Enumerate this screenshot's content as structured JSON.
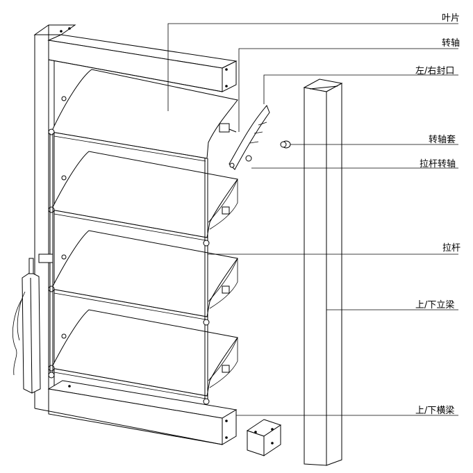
{
  "labels": {
    "blade": "叶片",
    "pivot_shaft": "转轴",
    "end_cap": "左/右封口",
    "shaft_sleeve": "转轴套",
    "link_pivot": "拉杆转轴",
    "link_rod": "拉杆",
    "vertical_beam": "上/下立梁",
    "horizontal_beam": "上/下横梁"
  }
}
